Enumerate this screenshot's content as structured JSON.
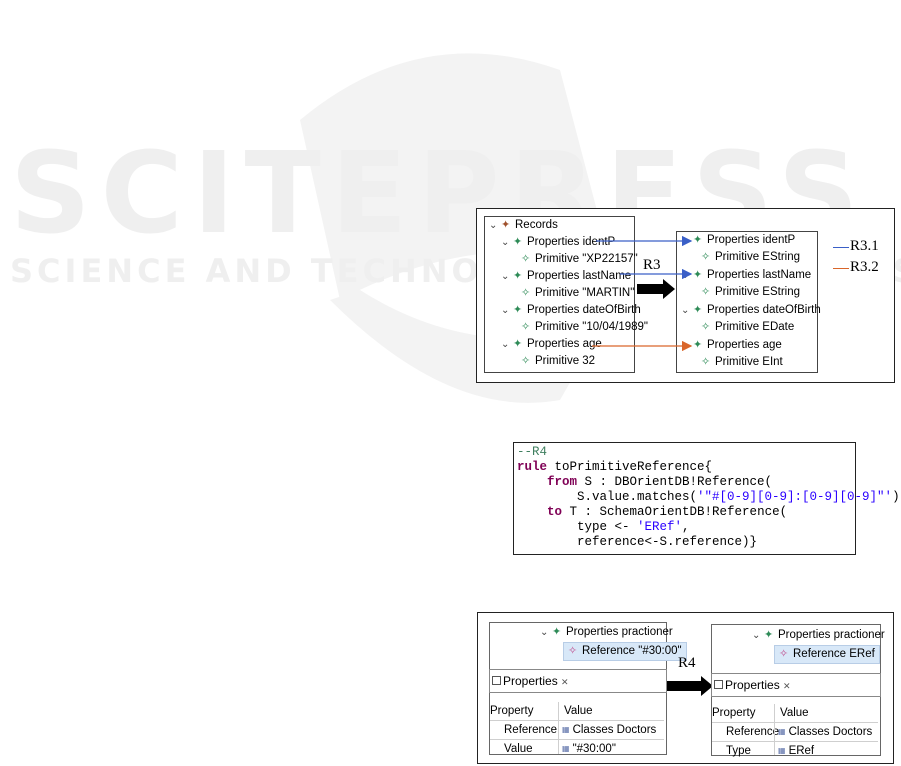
{
  "watermark": {
    "big": "SCITEPRESS",
    "small": "SCIENCE AND TECHNOLOGY PUBLICATIONS"
  },
  "fig1": {
    "source_tree": {
      "root": "Records",
      "items": [
        {
          "label": "Properties identP",
          "child": "Primitive \"XP22157\""
        },
        {
          "label": "Properties lastName",
          "child": "Primitive \"MARTIN\""
        },
        {
          "label": "Properties dateOfBirth",
          "child": "Primitive \"10/04/1989\""
        },
        {
          "label": "Properties age",
          "child": "Primitive 32"
        }
      ]
    },
    "target_tree": {
      "items": [
        {
          "label": "Properties identP",
          "child": "Primitive EString"
        },
        {
          "label": "Properties lastName",
          "child": "Primitive EString"
        },
        {
          "label": "Properties dateOfBirth",
          "child": "Primitive EDate"
        },
        {
          "label": "Properties age",
          "child": "Primitive EInt"
        }
      ]
    },
    "rule_label": "R3",
    "legend": [
      {
        "label": "R3.1",
        "color": "#3a5fc7"
      },
      {
        "label": "R3.2",
        "color": "#d9662a"
      }
    ]
  },
  "code": {
    "lines": [
      "--R4",
      "rule toPrimitiveReference{",
      "    from S : DBOrientDB!Reference(",
      "        S.value.matches('\"#[0-9][0-9]:[0-9][0-9]\"'))",
      "    to T : SchemaOrientDB!Reference(",
      "        type <- 'ERef',",
      "        reference<-S.reference)}"
    ]
  },
  "fig3": {
    "rule_label": "R4",
    "left": {
      "tree_parent": "Properties practioner",
      "tree_child": "Reference \"#30:00\"",
      "panel_title": "Properties",
      "close": "✕",
      "col_property": "Property",
      "col_value": "Value",
      "rows": [
        {
          "property": "Reference",
          "value": "Classes Doctors"
        },
        {
          "property": "Value",
          "value": "\"#30:00\""
        }
      ]
    },
    "right": {
      "tree_parent": "Properties practioner",
      "tree_child": "Reference ERef",
      "panel_title": "Properties",
      "close": "✕",
      "col_property": "Property",
      "col_value": "Value",
      "rows": [
        {
          "property": "Reference",
          "value": "Classes Doctors"
        },
        {
          "property": "Type",
          "value": "ERef"
        }
      ]
    }
  }
}
